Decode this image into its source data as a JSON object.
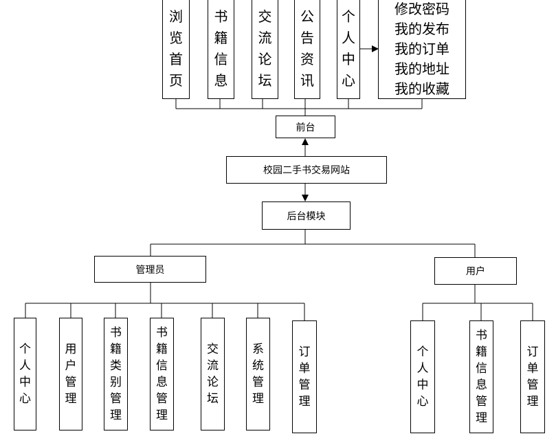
{
  "center": "校园二手书交易网站",
  "front": {
    "label": "前台",
    "modules": [
      "浏览首页",
      "书籍信息",
      "交流论坛",
      "公告资讯",
      "个人中心"
    ],
    "personal_items": [
      "修改密码",
      "我的发布",
      "我的订单",
      "我的地址",
      "我的收藏"
    ]
  },
  "back": {
    "label": "后台模块",
    "admin": {
      "label": "管理员",
      "modules": [
        "个人中心",
        "用户管理",
        "书籍类别管理",
        "书籍信息管理",
        "交流论坛",
        "系统管理",
        "订单管理"
      ]
    },
    "user": {
      "label": "用户",
      "modules": [
        "个人中心",
        "书籍信息管理",
        "订单管理"
      ]
    }
  }
}
